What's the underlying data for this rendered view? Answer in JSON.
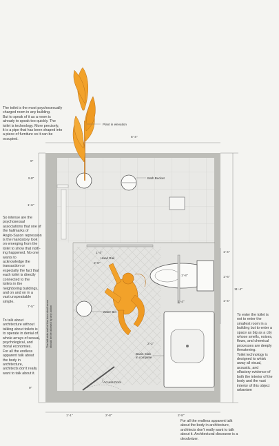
{
  "notes": {
    "intro": "The toilet is the most psychosexually\ncharged room in any building.\nBut to speak of it as a room is\nalready to speak too quickly. The\ntoilet is technology. More precisely,\nit is a pipe that has been shaped into\na piece of furniture so it can be\noccupied.",
    "psyche": "So intense are the\npsychosexual\nassociations that one of\nthe hallmarks of\nAnglo-Saxon repression\nis the mandatory look\non emerging from the\ntoilet to show that noth-\ning happened. No one\nwants to\nacknowledge the\ntransaction or\nespecially the fact that\neach toilet is directly\nconnected to the\ntoilets in the\nneighboring buildings,\nand on and on in a\nvast unspeakable\nsimple.",
    "denial": "To talk about\narchitecture without\ntalking about toilets is\nto operate in denial of\nwhole arrays of sexual,\npsychological, and\nmoral economies.\nFor all the endless\napparent talk about\nthe body in\narchitecture,\narchitects don't really\nwant to talk about it.",
    "enter": "To enter the toilet is\nnot to enter the\nsmallest room in a\nbuilding but to enter a\nspace as big as a city\nwhose smells, noises,\nflows, and chemical\nprocesses are deeply\nthreatening.\nToilet technology is\ndesigned to whisk\naway all visual,\nacoustic, and\nolfactory evidence of\nboth the interior of the\nbody and the vast\ninterior of this object\nurbanism",
    "bottom": "For all the endless apparent talk\nabout the body in architecture,\narchitects don't really want to talk\nabout it. Architectural discourse is a\ndeodorizer."
  },
  "labels": {
    "plant": "Plant in elevation",
    "bath_bucket": "Bath Bucket",
    "hand_rail": "Hand Rail",
    "water_bin": "Water Bin",
    "basin_slab": "Basin Slab\nin complete",
    "access_door": "Access Door",
    "wall_note": "The left side wall of the door shall serve\nshould be be allowed by any action"
  },
  "dimensions": {
    "top_width": "5'-4\"",
    "left_9": "9\"",
    "left_98": "9.8\"",
    "left_16": "1'-6\"",
    "left_75": "7'-5\"",
    "left_9b": "9\"",
    "right_total": "11'-4\"",
    "right_14a": "1'-4\"",
    "right_16": "1'-6\"",
    "right_14b": "1'-4\"",
    "in_14": "1'-4\"",
    "in_28": "2'-8\"",
    "in_18": "1'-8\"",
    "in_14c": "1'-4\"",
    "in_22": "2'-2\"",
    "bot_11": "1'-1\"",
    "bot_28": "2'-8\"",
    "bot_28b": "2'-8\""
  },
  "colors": {
    "figure": "#f2a22a",
    "figure_dark": "#c9781a",
    "wall": "#bdbdb8",
    "floor": "#e7e7e4"
  }
}
